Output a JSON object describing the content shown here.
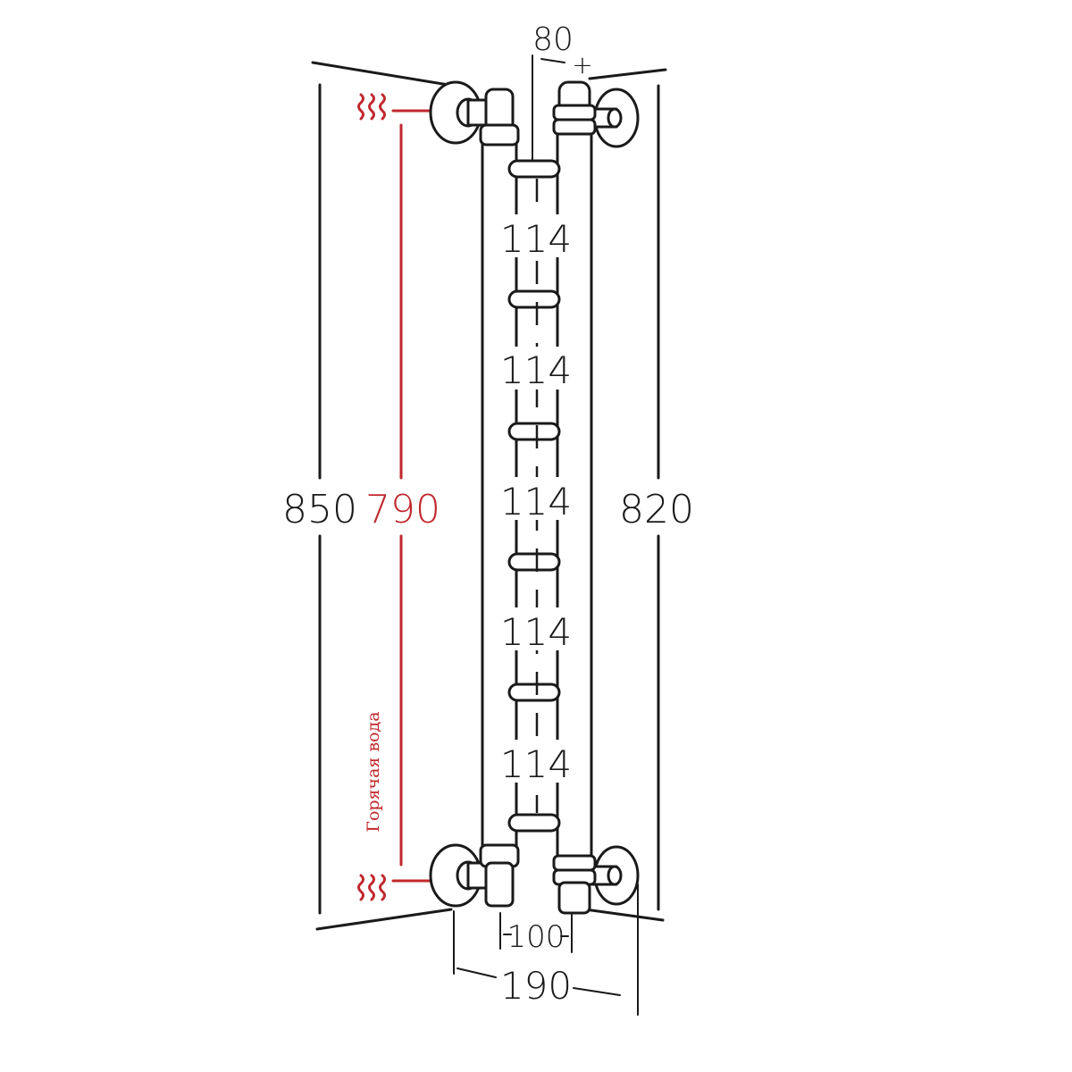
{
  "dimensions": {
    "total_height": "850",
    "hot_water_span": "790",
    "right_height": "820",
    "depth": "80",
    "plus_sign": "+",
    "rung_spacing": [
      "114",
      "114",
      "114",
      "114",
      "114"
    ],
    "pipe_distance": "100",
    "total_width": "190"
  },
  "labels": {
    "hot_water": "Горячая вода"
  },
  "colors": {
    "line": "#1a1a1a",
    "accent": "#c0282d"
  },
  "icons": {
    "inlet": "water-wave-icon",
    "outlet": "water-wave-icon"
  }
}
